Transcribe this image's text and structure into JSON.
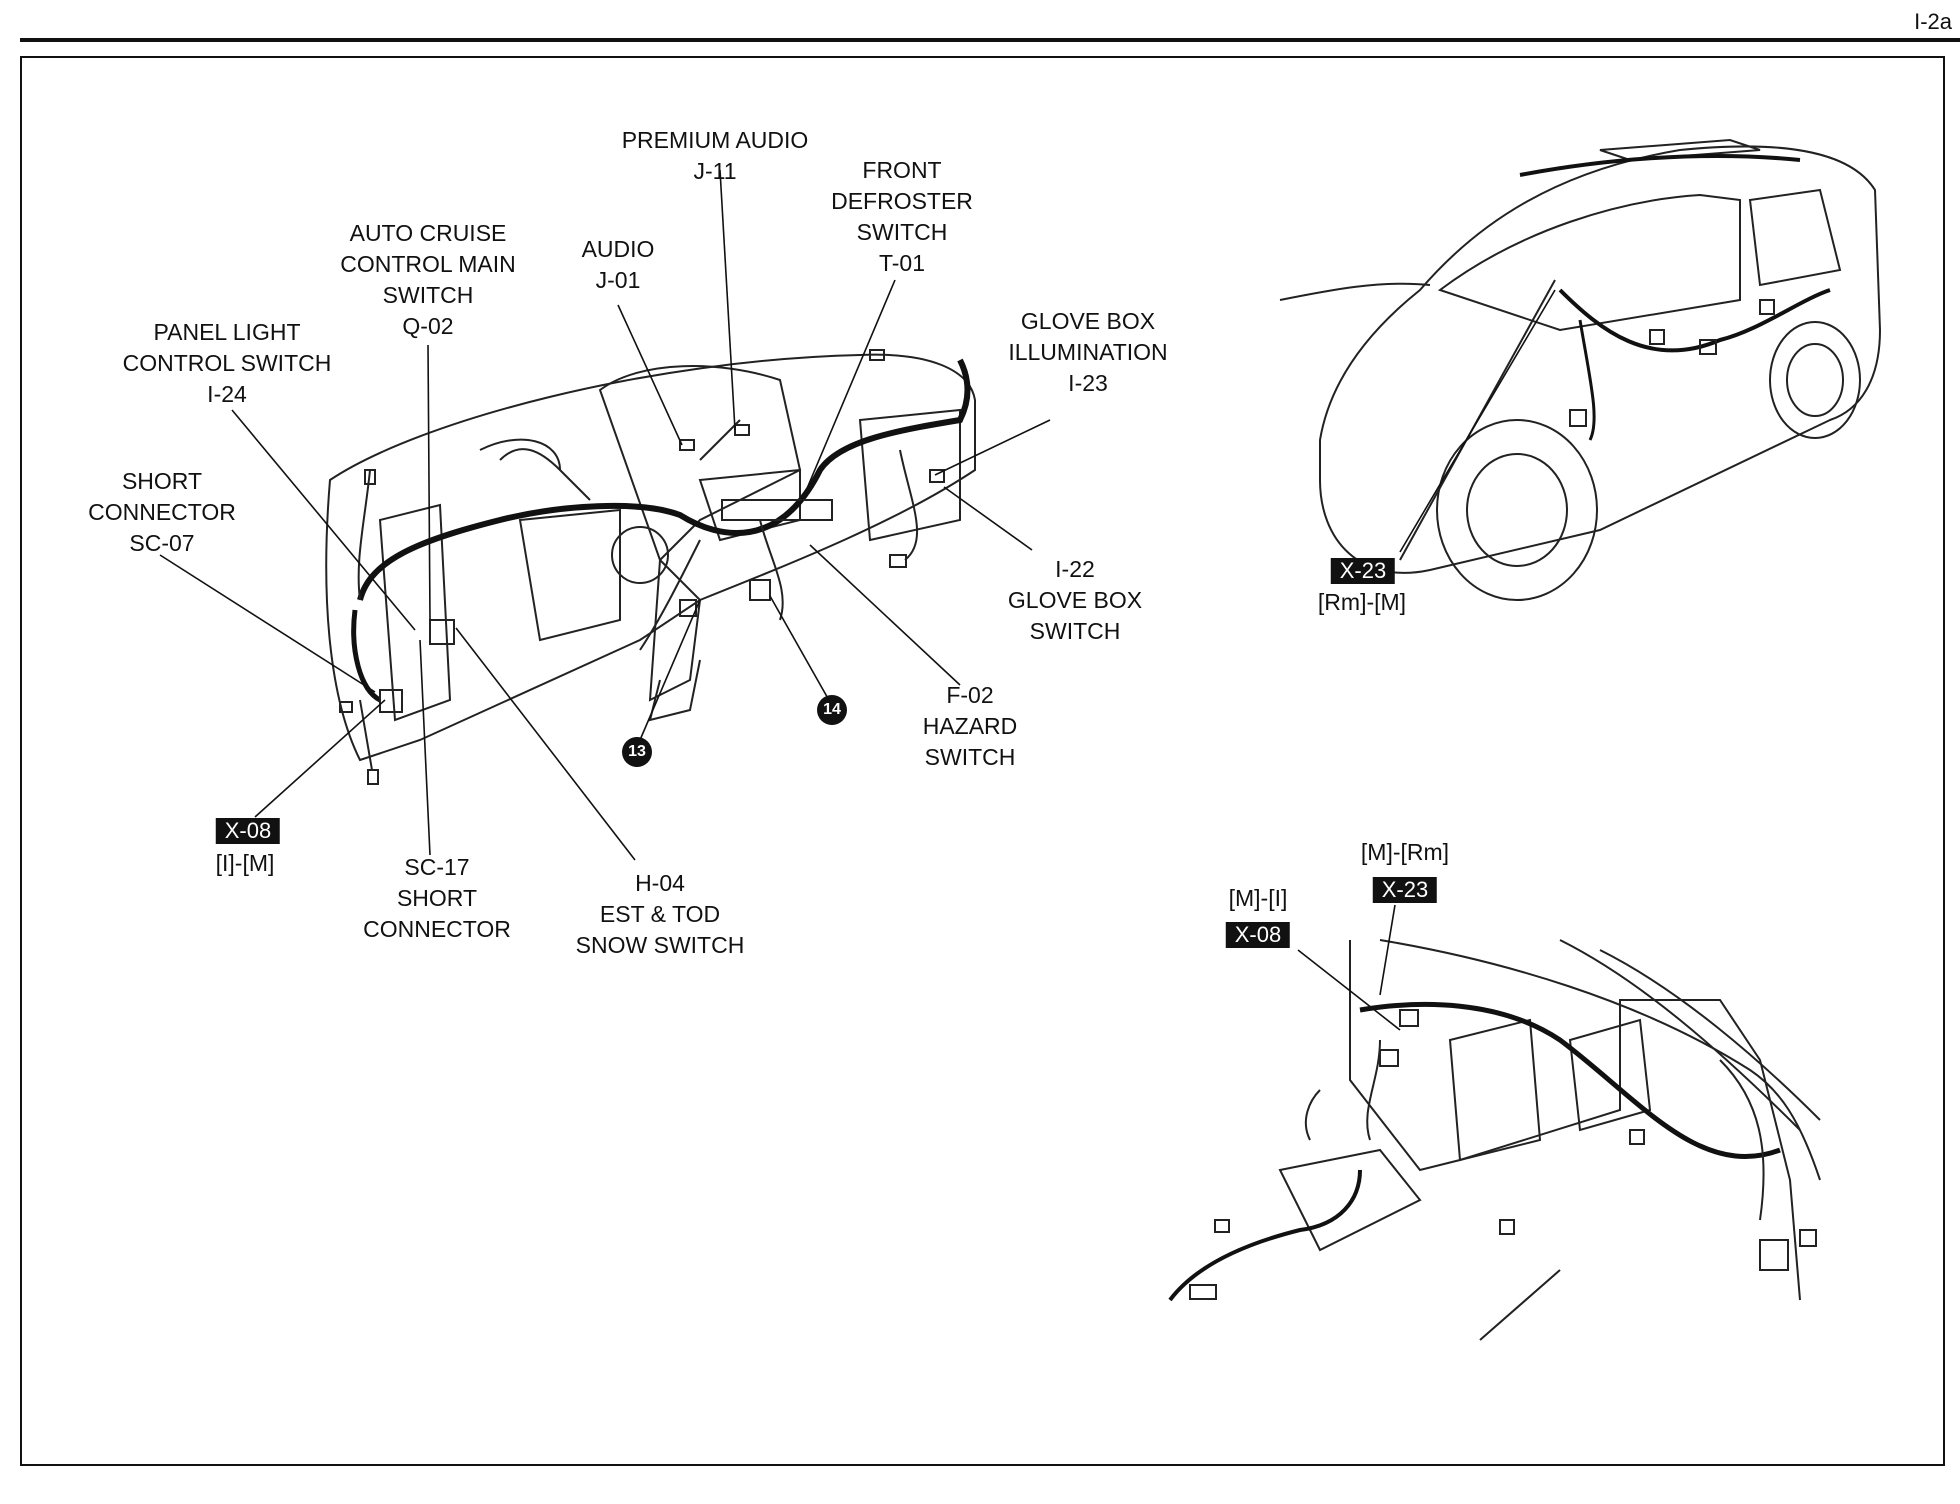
{
  "page_number": "I-2a",
  "callouts": {
    "premium_audio": "PREMIUM AUDIO\nJ-11",
    "front_defroster": "FRONT\nDEFROSTER\nSWITCH\nT-01",
    "audio": "AUDIO\nJ-01",
    "auto_cruise": "AUTO CRUISE\nCONTROL MAIN\nSWITCH\nQ-02",
    "glove_box_illumination": "GLOVE BOX\nILLUMINATION\nI-23",
    "panel_light": "PANEL LIGHT\nCONTROL SWITCH\nI-24",
    "short_connector_sc07": "SHORT\nCONNECTOR\nSC-07",
    "glove_box_switch": "I-22\nGLOVE BOX\nSWITCH",
    "hazard_switch": "F-02\nHAZARD\nSWITCH",
    "sc17": "SC-17\nSHORT\nCONNECTOR",
    "est_tod": "H-04\nEST & TOD\nSNOW SWITCH"
  },
  "connectors": {
    "dash_x08": {
      "tag": "X-08",
      "sub": "[I]-[M]"
    },
    "car_x23": {
      "tag": "X-23",
      "sub": "[Rm]-[M]"
    },
    "console_x08": {
      "tag": "X-08",
      "sub": "[M]-[I]"
    },
    "console_x23": {
      "tag": "X-23",
      "sub": "[M]-[Rm]"
    }
  },
  "markers": {
    "m13": "13",
    "m14": "14"
  }
}
